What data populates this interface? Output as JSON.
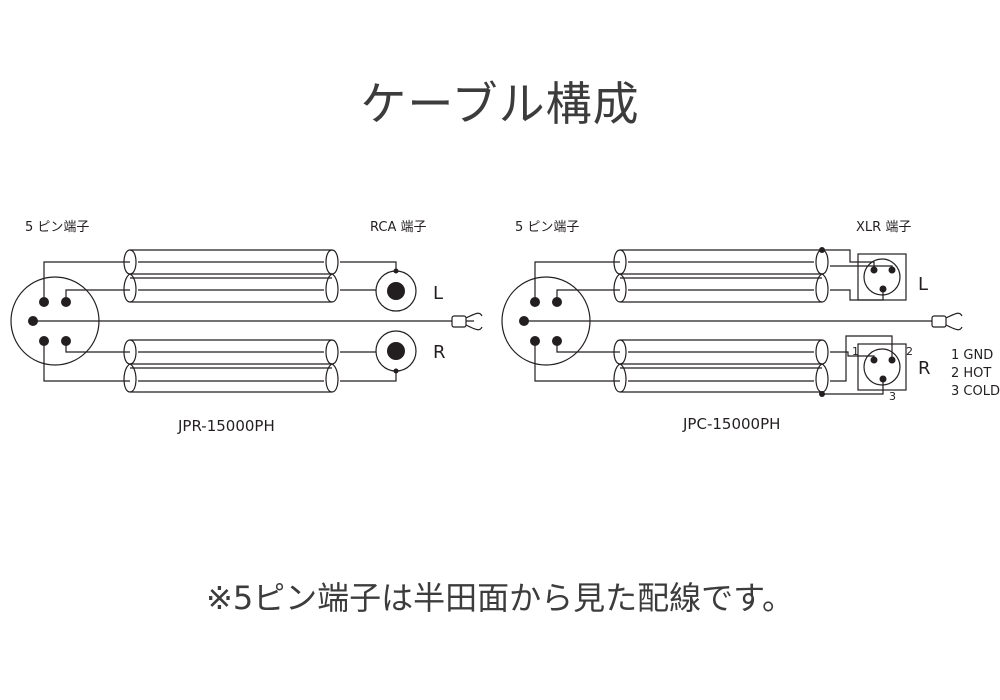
{
  "title": "ケーブル構成",
  "footnote": "※5ピン端子は半田面から見た配線です。",
  "left_diagram": {
    "connector_a_label": "5 ピン端子",
    "connector_b_label": "RCA 端子",
    "channel_left": "L",
    "channel_right": "R",
    "model": "JPR-15000PH"
  },
  "right_diagram": {
    "connector_a_label": "5 ピン端子",
    "connector_b_label": "XLR 端子",
    "channel_left": "L",
    "channel_right": "R",
    "model": "JPC-15000PH",
    "pin_1": "1",
    "pin_2": "2",
    "pin_3": "3",
    "legend": [
      "1 GND",
      "2 HOT",
      "3 COLD"
    ]
  },
  "colors": {
    "ink": "#231f20",
    "title": "#3c3c3c"
  }
}
